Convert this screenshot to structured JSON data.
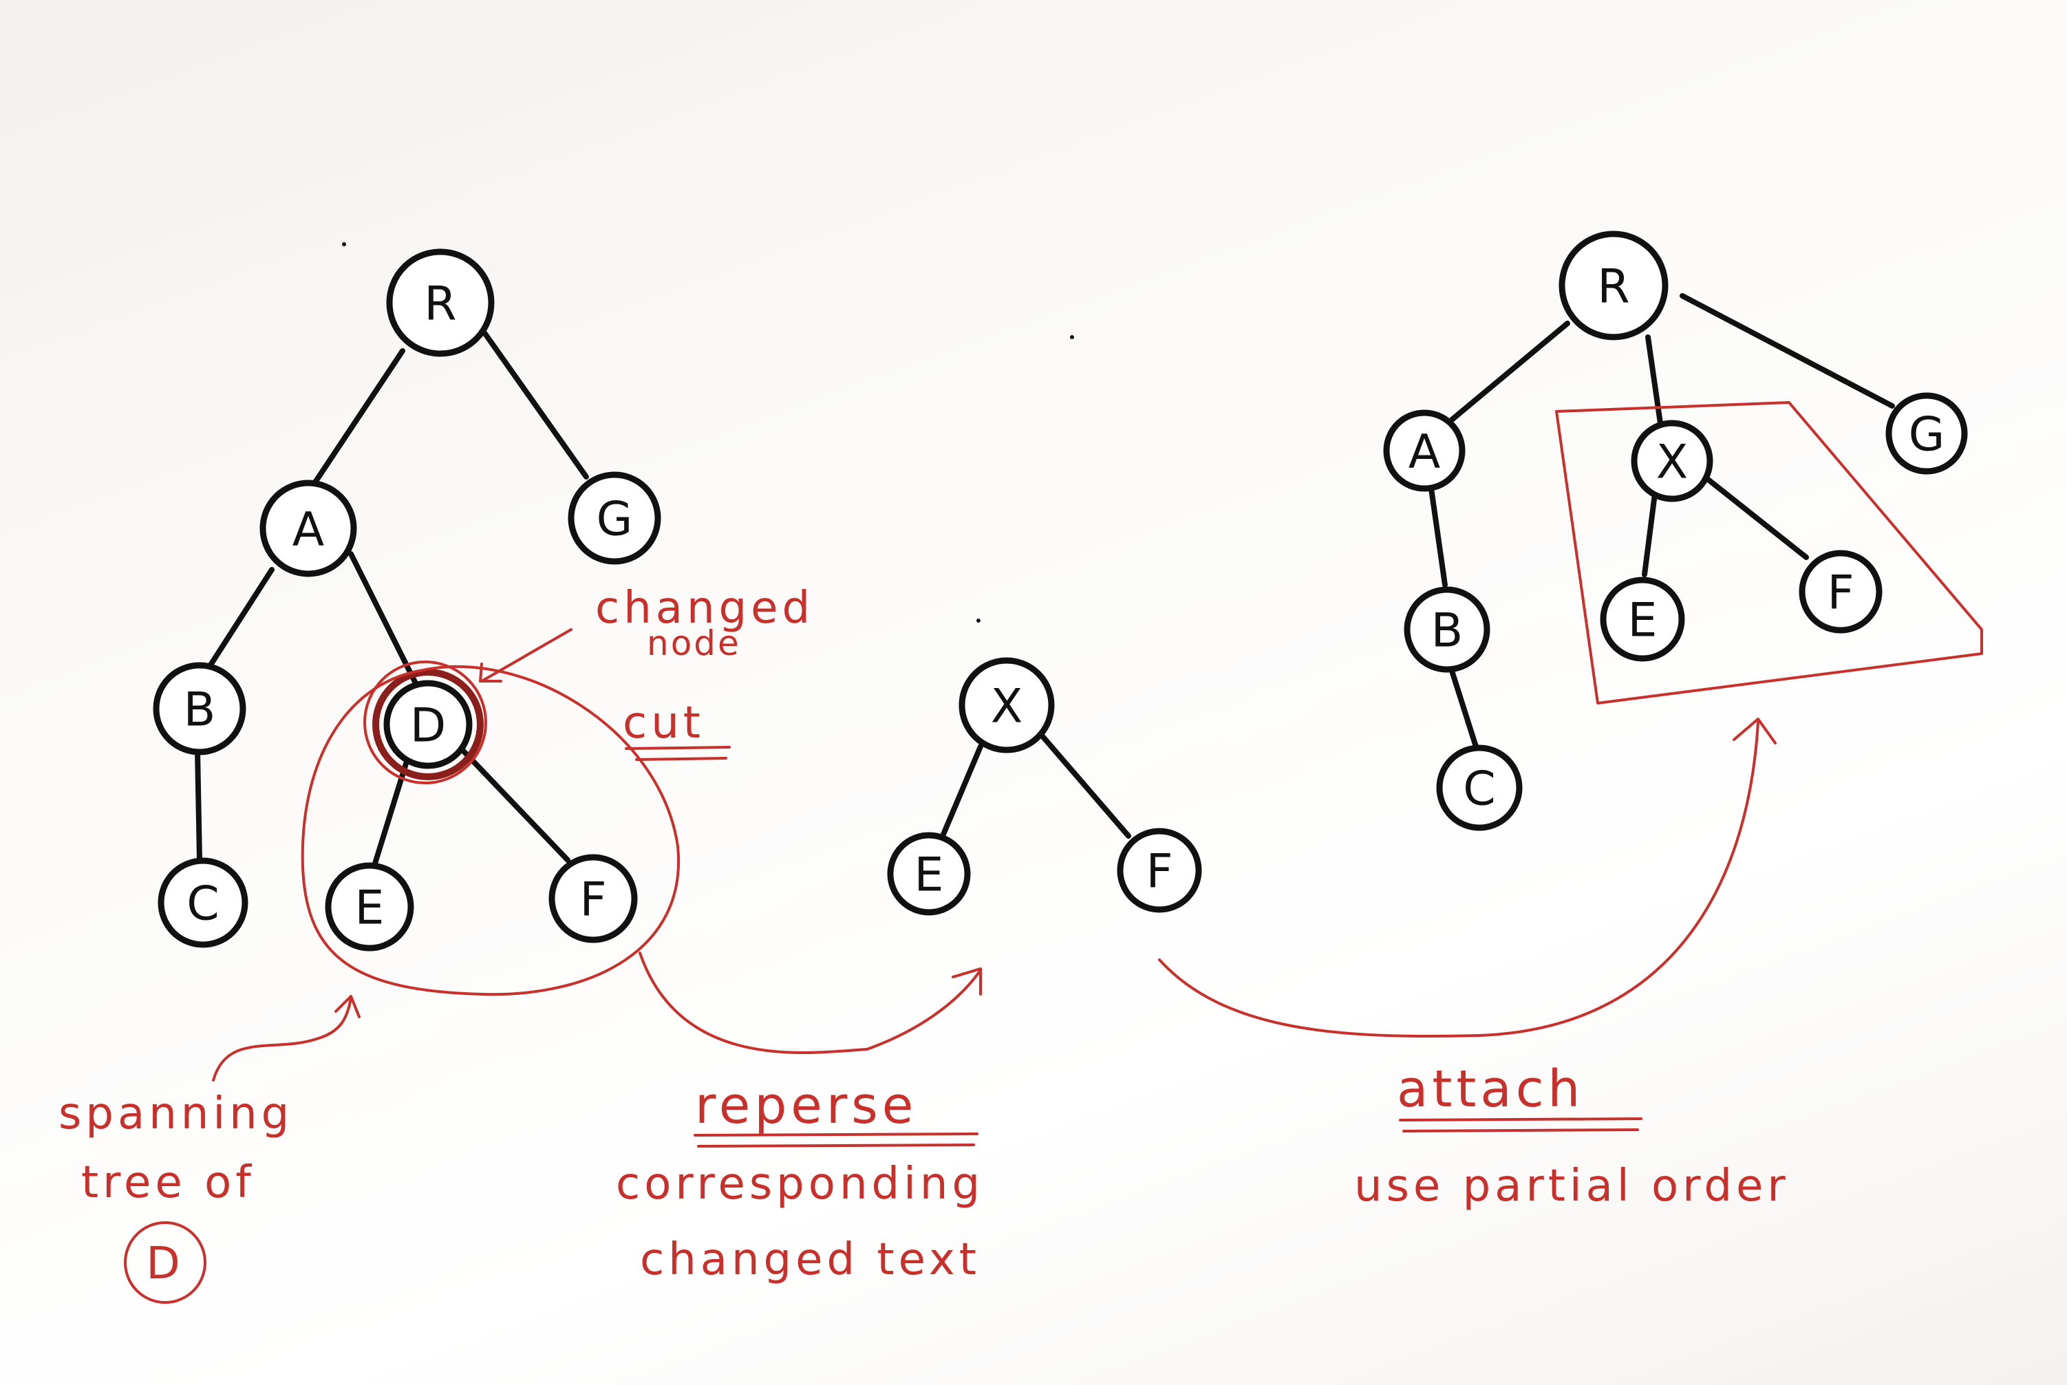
{
  "colors": {
    "ink": "#111111",
    "red_ink": "#c8312b",
    "paper": "#fbfaf8"
  },
  "trees": {
    "original": {
      "R": "R",
      "A": "A",
      "G": "G",
      "B": "B",
      "C": "C",
      "D": "D",
      "E": "E",
      "F": "F"
    },
    "subtree": {
      "X": "X",
      "E": "E",
      "F": "F"
    },
    "result": {
      "R": "R",
      "A": "A",
      "B": "B",
      "C": "C",
      "X": "X",
      "G": "G",
      "E": "E",
      "F": "F"
    }
  },
  "annotations": {
    "changed_node": [
      "changed",
      "node"
    ],
    "cut": "cut",
    "spanning": [
      "spanning",
      "tree of",
      "D"
    ],
    "reverse": [
      "reperse",
      "corresponding",
      "changed text"
    ],
    "attach": [
      "attach",
      "use partial order"
    ]
  }
}
